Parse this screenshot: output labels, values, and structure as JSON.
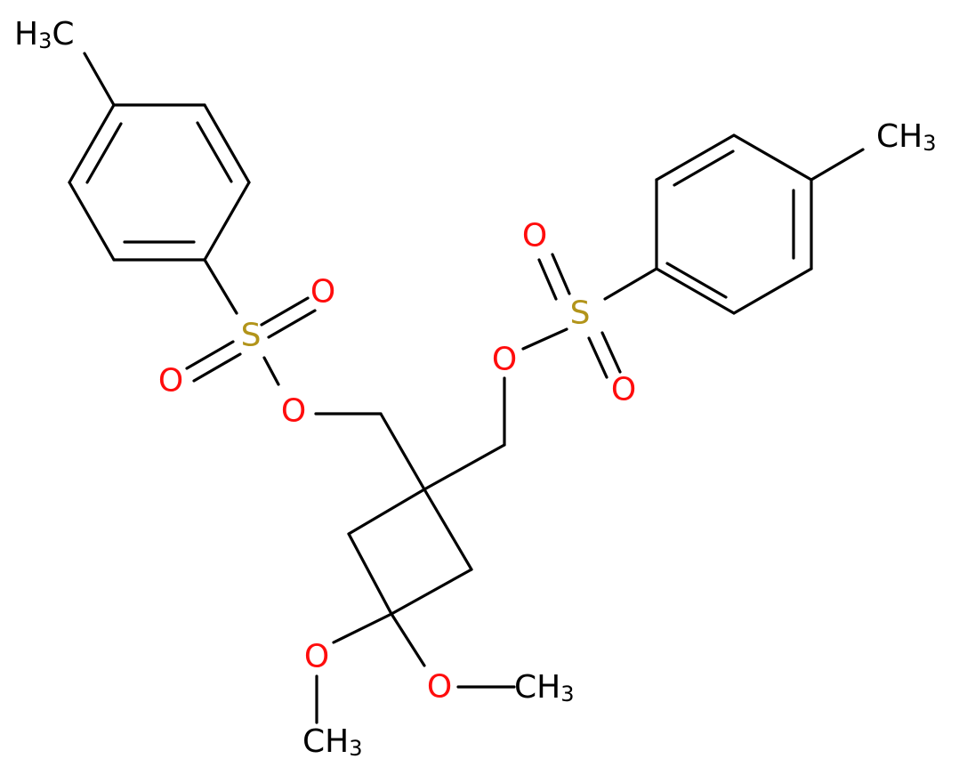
{
  "colors": {
    "bond": "#000000",
    "carbon": "#000000",
    "oxygen": "#ff0d0d",
    "sulfur": "#b2941a"
  },
  "atoms": {
    "ch3_top_left": {
      "main": "H",
      "sub": "3",
      "tail": "C"
    },
    "ch3_top_right": {
      "main": "CH",
      "sub": "3"
    },
    "ch3_bottom_left": {
      "main": "CH",
      "sub": "3"
    },
    "ch3_bottom_right": {
      "main": "CH",
      "sub": "3"
    },
    "s_left": "S",
    "s_right": "S",
    "o_left_sulfonyl_a": "O",
    "o_left_sulfonyl_b": "O",
    "o_left_ester": "O",
    "o_right_sulfonyl_a": "O",
    "o_right_sulfonyl_b": "O",
    "o_right_ester": "O",
    "o_methoxy_left": "O",
    "o_methoxy_right": "O"
  }
}
